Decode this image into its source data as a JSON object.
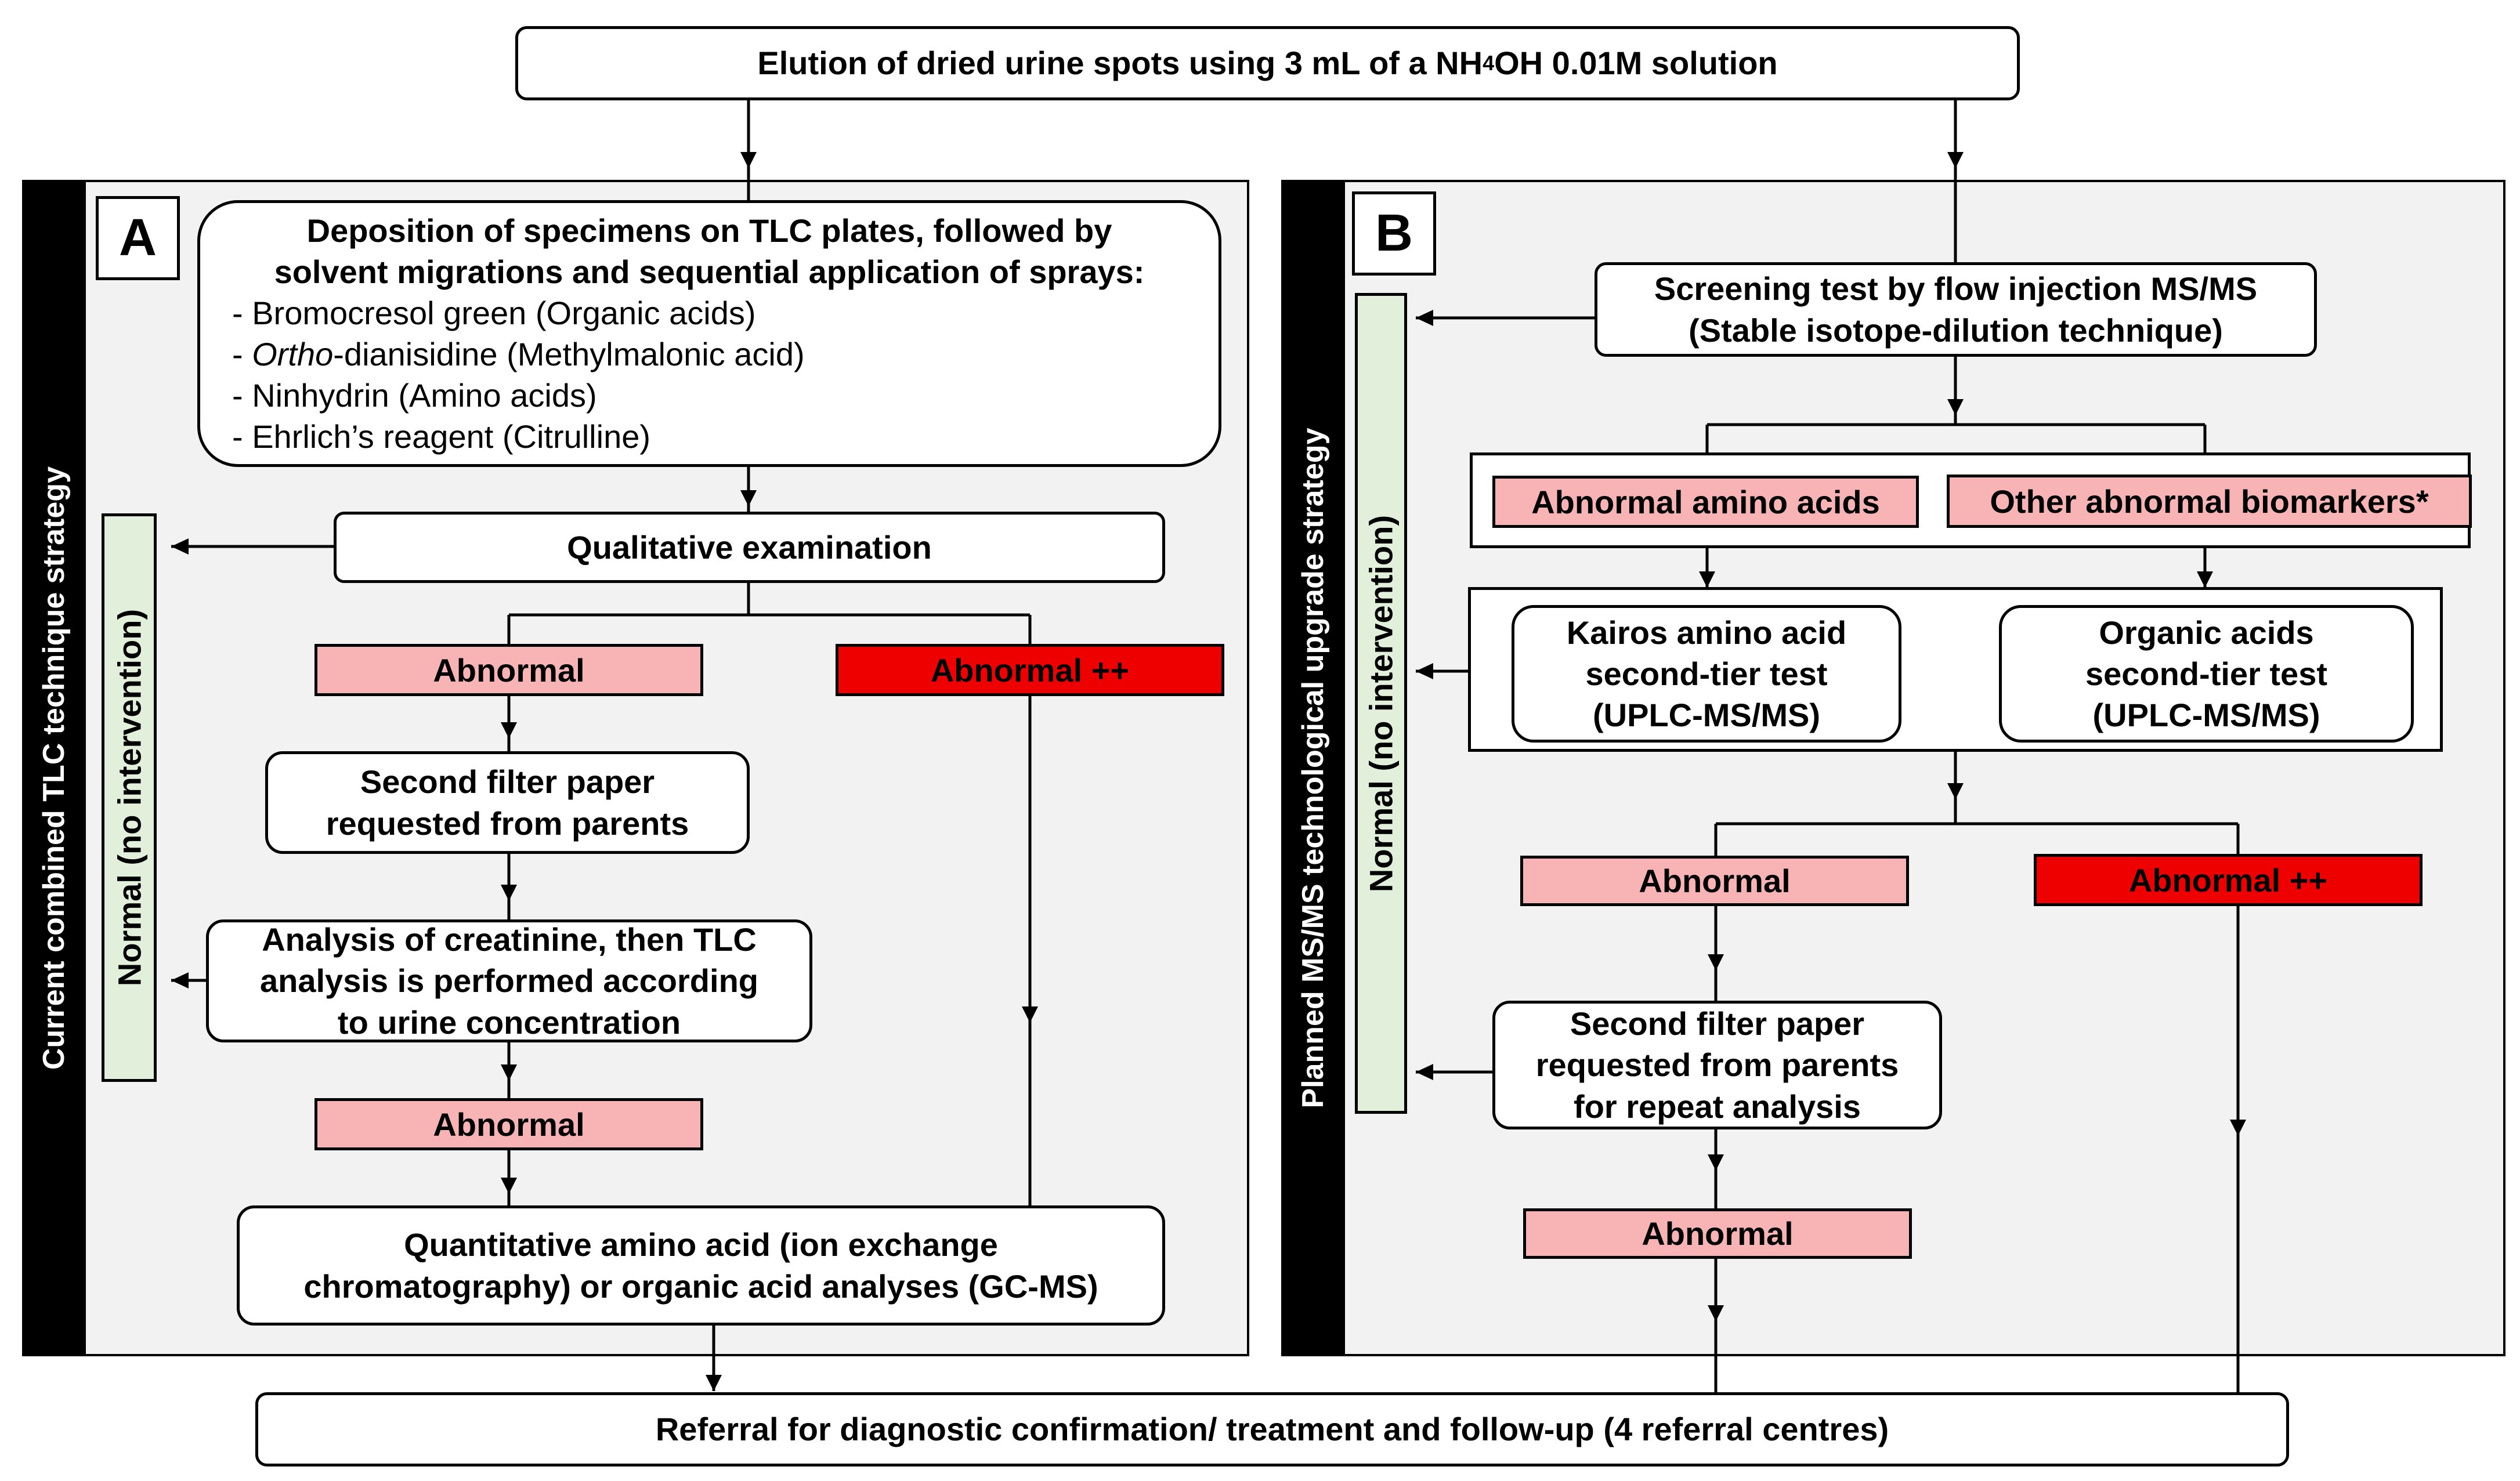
{
  "top_box": {
    "text_before": "Elution of dried urine spots using 3 mL of a NH",
    "sub": "4",
    "text_after": "OH 0.01M solution"
  },
  "panel_a": {
    "letter": "A",
    "side_label": "Current combined TLC technique strategy",
    "normal_label": "Normal (no intervention)",
    "deposition": {
      "title_line1": "Deposition of specimens on TLC plates, followed by",
      "title_line2": "solvent migrations and sequential application of sprays:",
      "item1": "- Bromocresol green (Organic acids)",
      "item2_prefix": "- ",
      "item2_italic": "Ortho",
      "item2_rest": "-dianisidine (Methylmalonic acid)",
      "item3": "- Ninhydrin (Amino acids)",
      "item4": "- Ehrlich’s reagent (Citrulline)"
    },
    "qualitative": "Qualitative examination",
    "abnormal": "Abnormal",
    "abnormal_pp": "Abnormal ++",
    "second_filter_line1": "Second filter paper",
    "second_filter_line2": "requested from parents",
    "creatinine_line1": "Analysis of creatinine, then TLC",
    "creatinine_line2": "analysis is performed according",
    "creatinine_line3": "to urine concentration",
    "abnormal2": "Abnormal",
    "quantitative_line1": "Quantitative amino acid (ion exchange",
    "quantitative_line2": "chromatography) or organic acid analyses (GC-MS)"
  },
  "panel_b": {
    "letter": "B",
    "side_label": "Planned MS/MS technological upgrade strategy",
    "normal_label": "Normal (no intervention)",
    "screening_line1": "Screening test by flow injection MS/MS",
    "screening_line2": "(Stable isotope-dilution technique)",
    "abnormal_amino": "Abnormal amino acids",
    "other_biomarkers": "Other abnormal biomarkers*",
    "kairos_line1": "Kairos amino acid",
    "kairos_line2": "second-tier test",
    "kairos_line3": "(UPLC-MS/MS)",
    "organic_line1": "Organic acids",
    "organic_line2": "second-tier test",
    "organic_line3": "(UPLC-MS/MS)",
    "abnormal": "Abnormal",
    "abnormal_pp": "Abnormal ++",
    "second_filter_line1": "Second filter paper",
    "second_filter_line2": "requested from parents",
    "second_filter_line3": "for repeat analysis",
    "abnormal2": "Abnormal"
  },
  "bottom_box": "Referral for diagnostic confirmation/ treatment and follow-up (4 referral centres)",
  "colors": {
    "panel_bg": "#f2f2f2",
    "pink": "#f8b4b4",
    "red": "#ee0000",
    "green": "#e2efda",
    "sidebar": "#000000"
  }
}
